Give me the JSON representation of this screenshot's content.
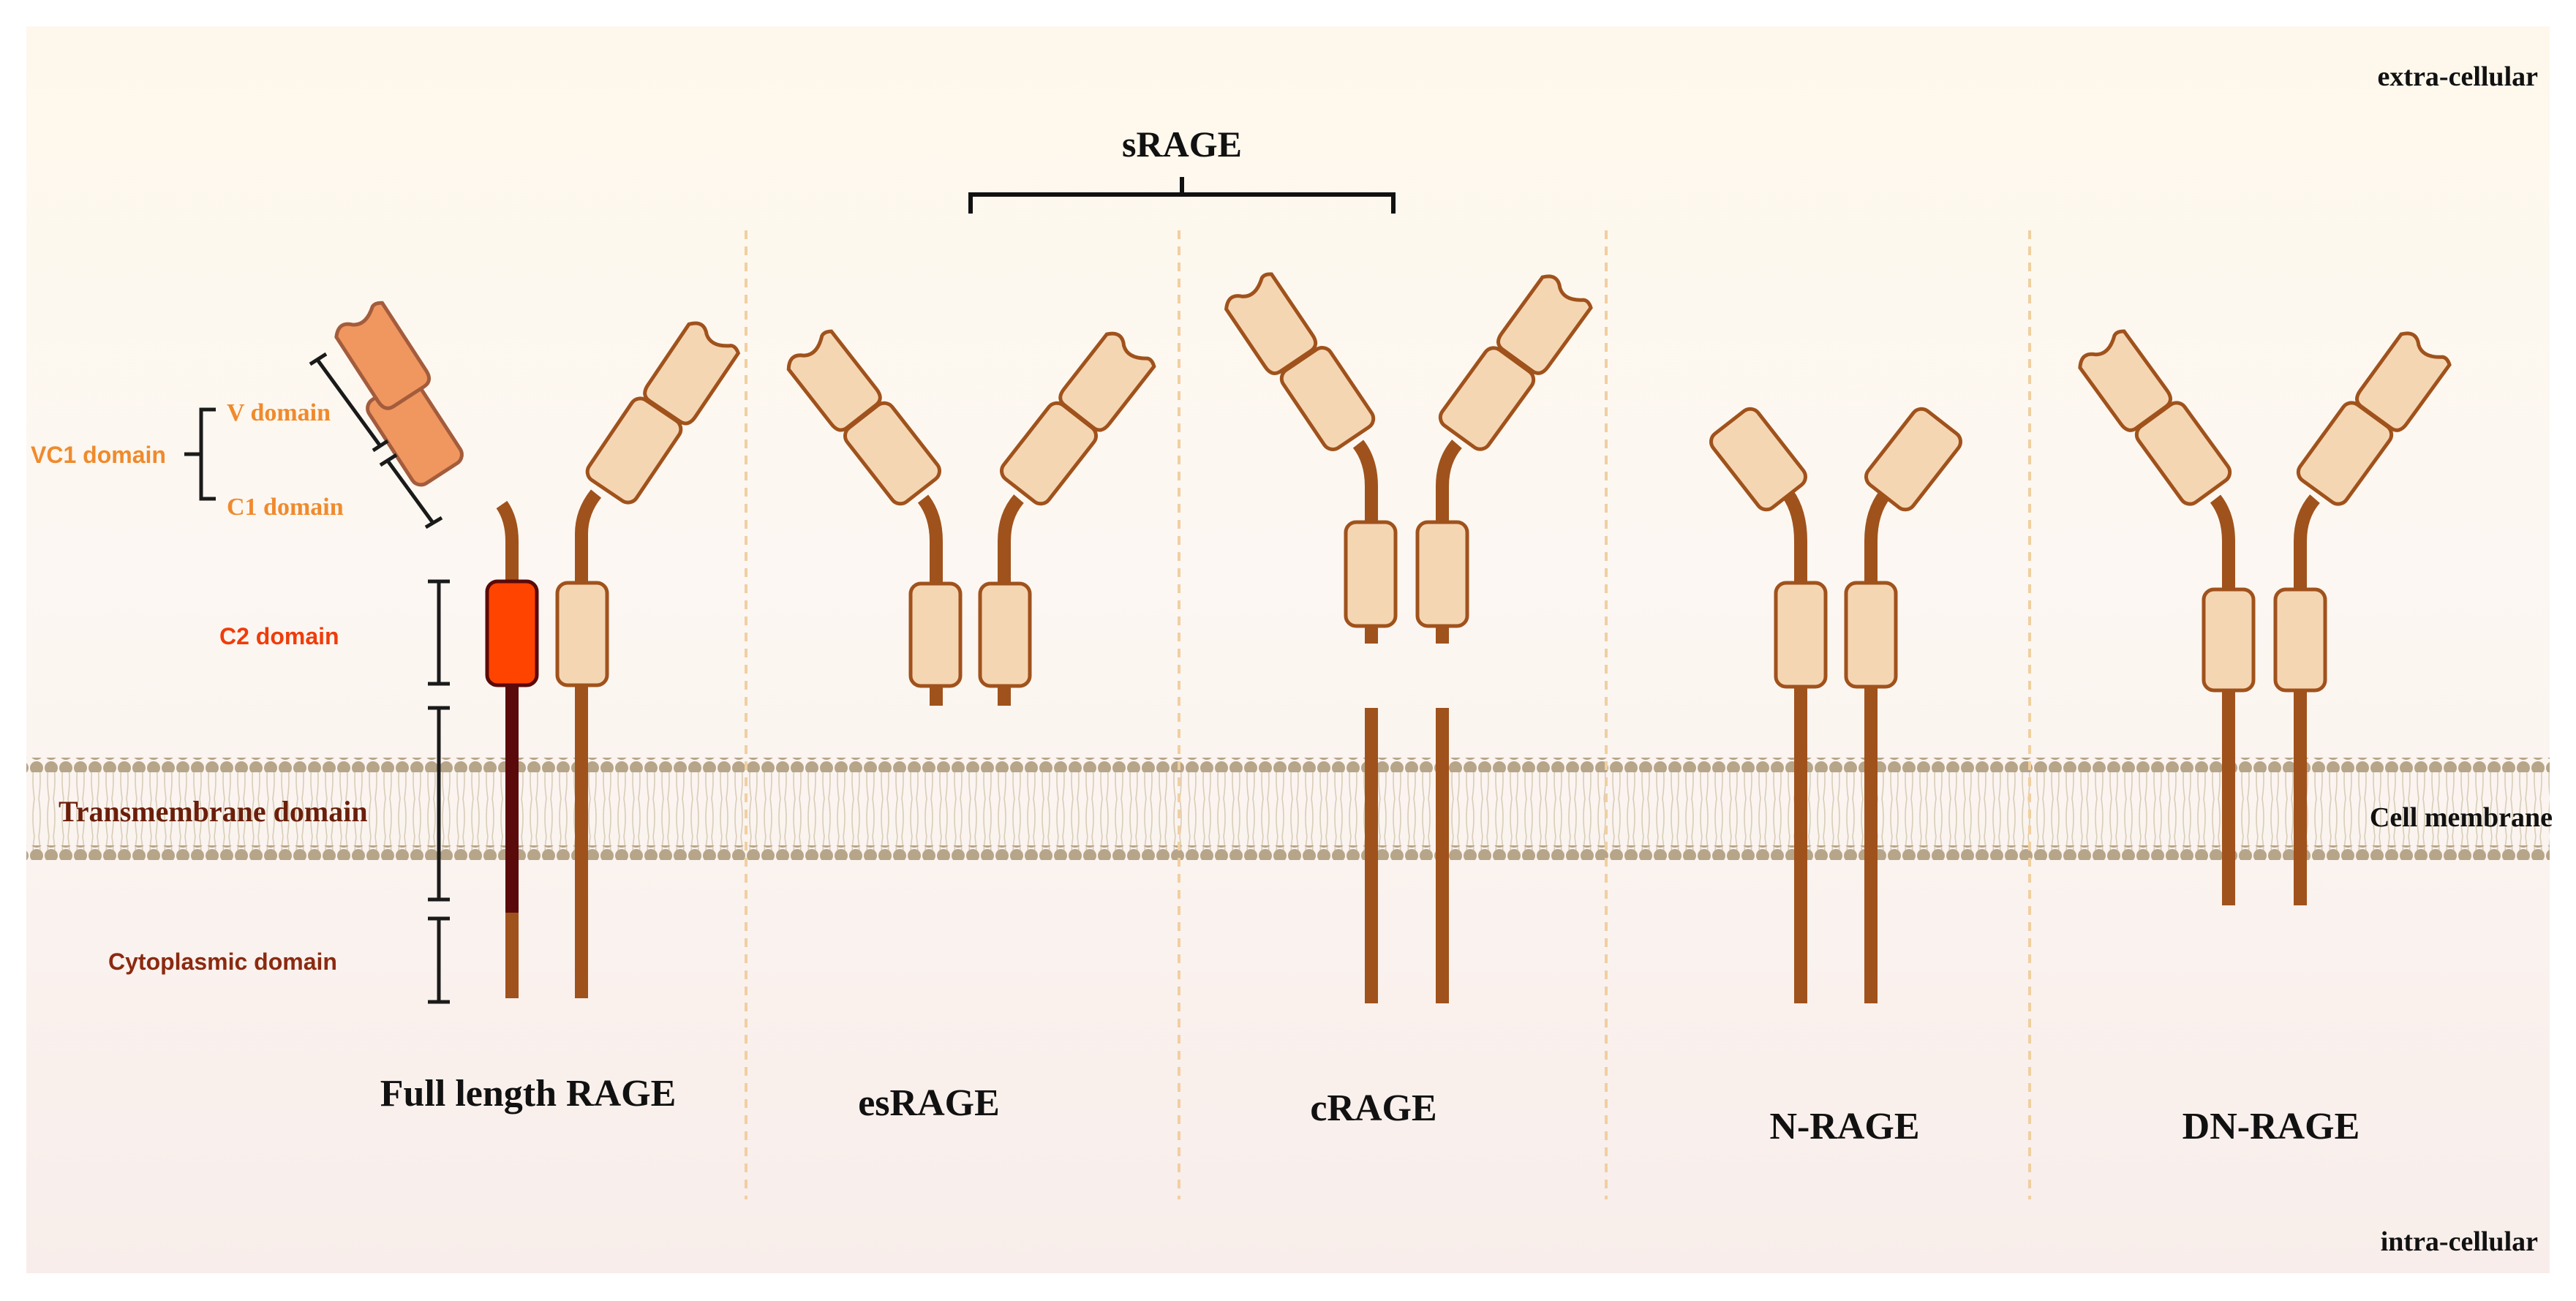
{
  "zones": {
    "extra_cellular": "extra-cellular",
    "intra_cellular": "intra-cellular",
    "cell_membrane": "Cell membrane"
  },
  "srage_label": "sRAGE",
  "domain_labels": {
    "vc1": "VC1 domain",
    "v": "V domain",
    "c1": "C1 domain",
    "c2": "C2 domain",
    "transmembrane": "Transmembrane domain",
    "cytoplasmic": "Cytoplasmic domain"
  },
  "isoforms": [
    "Full length RAGE",
    "esRAGE",
    "cRAGE",
    "N-RAGE",
    "DN-RAGE"
  ],
  "colors": {
    "stem": "#A0521C",
    "domain_fill": "#F5D6B3",
    "domain_stroke": "#A0521C",
    "v_c1_highlight": "#F0965F",
    "c2_highlight": "#FF4400",
    "transmembrane_highlight": "#5A0A0A",
    "membrane_bead": "#B6A588",
    "label_orange": "#F08A2C",
    "label_red": "#F03C0A",
    "label_dark": "#6B1E0A",
    "divider": "#F0CFA0"
  }
}
